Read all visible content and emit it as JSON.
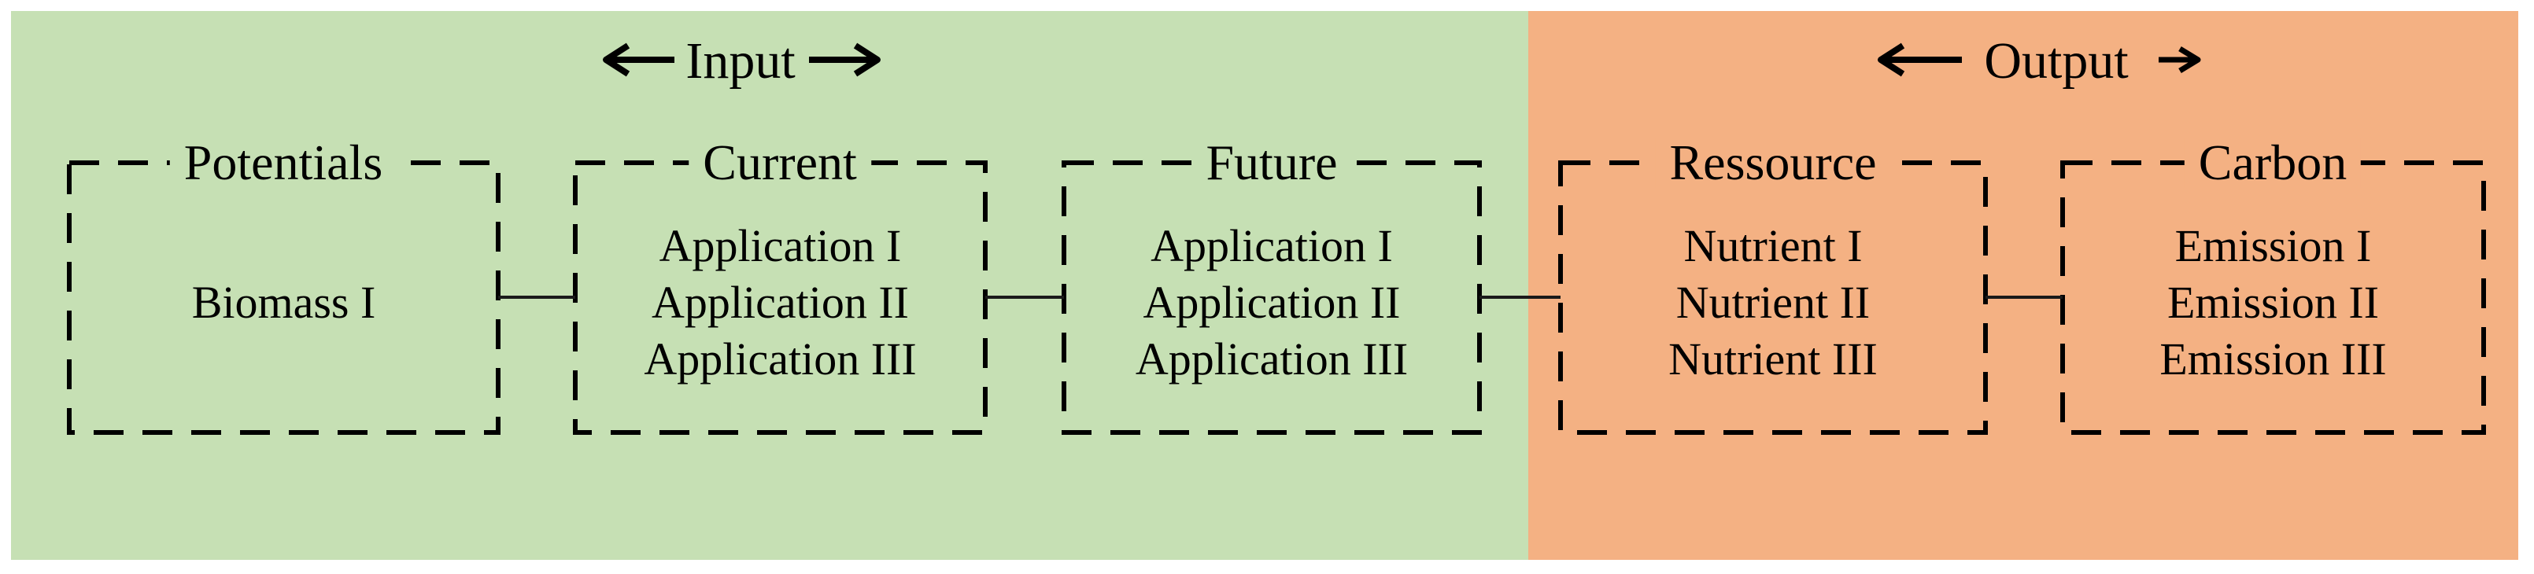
{
  "palette": {
    "input_section_bg": "#c6e0b4",
    "output_section_bg": "#f4b183",
    "box_border": "#000000",
    "connector_line": "#1a1a1a",
    "text": "#000000",
    "page_bg": "#ffffff"
  },
  "headers": {
    "input": {
      "label": "Input",
      "left_arrow_icon": "⟵",
      "right_arrow_icon": "⟶"
    },
    "output": {
      "label": "Output",
      "left_arrow_icon": "⟵",
      "right_arrow_icon": "→"
    }
  },
  "boxes": [
    {
      "title": "Potentials",
      "lines": [
        "Biomass I"
      ]
    },
    {
      "title": "Current",
      "lines": [
        "Application I",
        "Application II",
        "Application III"
      ]
    },
    {
      "title": "Future",
      "lines": [
        "Application I",
        "Application II",
        "Application III"
      ]
    },
    {
      "title": "Ressource",
      "lines": [
        "Nutrient I",
        "Nutrient II",
        "Nutrient III"
      ]
    },
    {
      "title": "Carbon",
      "lines": [
        "Emission I",
        "Emission II",
        "Emission III"
      ]
    }
  ]
}
